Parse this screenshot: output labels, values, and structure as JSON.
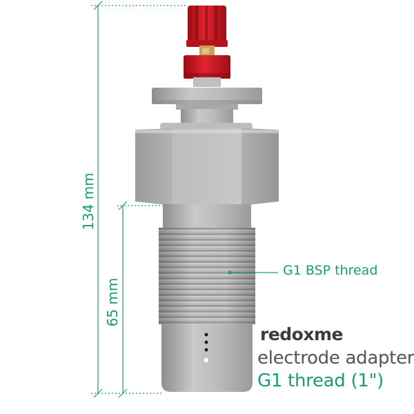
{
  "dimensions": {
    "overall_height": "134 mm",
    "thread_length": "65 mm"
  },
  "callout": {
    "thread_label": "G1 BSP thread"
  },
  "branding": {
    "logo_text": "redoxme",
    "product_name": "electrode adapter",
    "product_spec": "G1 thread (1\")"
  },
  "colors": {
    "accent": "#1a9b78",
    "terminal_red": "#d4151f",
    "body_gray": "#b8b8b8",
    "logo_dot": "#f39a23"
  }
}
